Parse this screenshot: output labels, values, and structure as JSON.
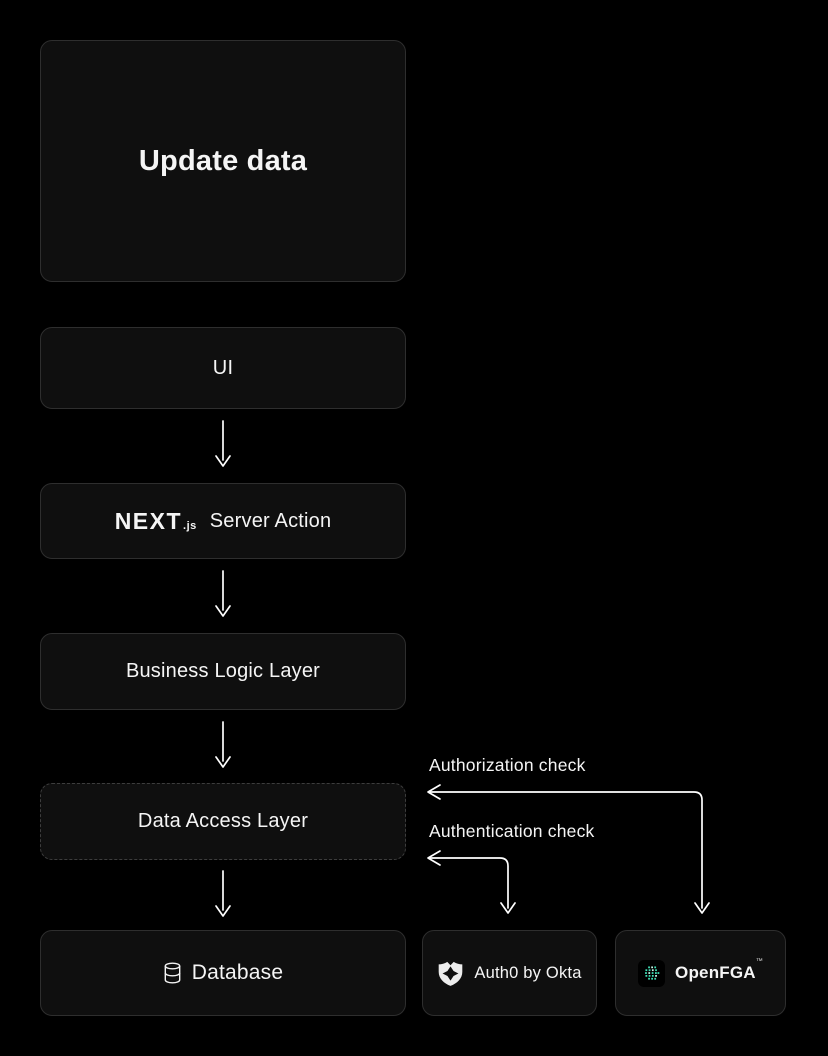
{
  "diagram": {
    "title_box": {
      "label": "Update data"
    },
    "ui_box": {
      "label": "UI"
    },
    "server_action_box": {
      "brand": "NEXT",
      "brand_suffix": ".js",
      "label": "Server Action"
    },
    "business_logic_box": {
      "label": "Business Logic Layer"
    },
    "data_access_box": {
      "label": "Data Access Layer"
    },
    "database_box": {
      "label": "Database",
      "icon": "database-cylinder-icon"
    },
    "auth0_box": {
      "label": "Auth0 by Okta",
      "icon": "auth0-shield-icon"
    },
    "openfga_box": {
      "label": "OpenFGA",
      "trademark": "™",
      "icon": "openfga-dots-icon"
    },
    "annotations": {
      "authorization": "Authorization check",
      "authentication": "Authentication check"
    },
    "colors": {
      "background": "#000000",
      "box_fill": "#0f0f0f",
      "box_border": "#2e2e2e",
      "dashed_border": "#3d3d3d",
      "text_primary": "#f5f5f5",
      "arrow": "#ffffff",
      "openfga_teal": "#41e3b9",
      "openfga_icon_bg": "#000000",
      "auth0_logo": "#ededed"
    }
  }
}
